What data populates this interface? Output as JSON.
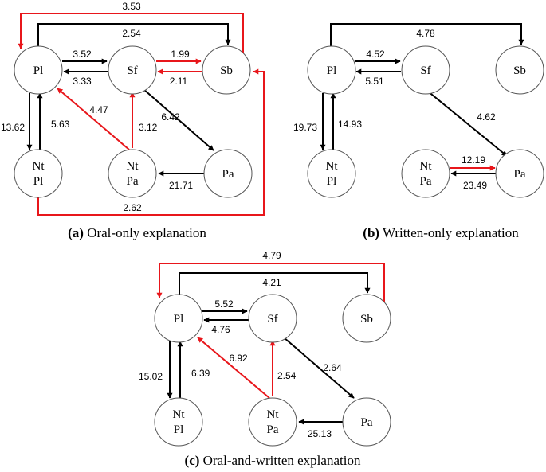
{
  "colors": {
    "black": "#000000",
    "red": "#e8161b"
  },
  "panel_a": {
    "caption_tag": "(a)",
    "caption_text": "Oral-only explanation",
    "nodes": {
      "pl": "Pl",
      "sf": "Sf",
      "sb": "Sb",
      "ntpl_1": "Nt",
      "ntpl_2": "Pl",
      "ntpa_1": "Nt",
      "ntpa_2": "Pa",
      "pa": "Pa"
    },
    "edges": {
      "sb_pl": "3.53",
      "pl_sb": "2.54",
      "pl_sf": "3.52",
      "sf_pl": "3.33",
      "sf_sb": "1.99",
      "sb_sf": "2.11",
      "pl_ntpl": "13.62",
      "ntpl_pl": "5.63",
      "ntpa_pl": "4.47",
      "ntpa_sf": "3.12",
      "sf_pa": "6.42",
      "pa_ntpa": "21.71",
      "ntpl_sb": "2.62"
    }
  },
  "panel_b": {
    "caption_tag": "(b)",
    "caption_text": "Written-only explanation",
    "nodes": {
      "pl": "Pl",
      "sf": "Sf",
      "sb": "Sb",
      "ntpl_1": "Nt",
      "ntpl_2": "Pl",
      "ntpa_1": "Nt",
      "ntpa_2": "Pa",
      "pa": "Pa"
    },
    "edges": {
      "pl_sb": "4.78",
      "pl_sf": "4.52",
      "sf_pl": "5.51",
      "pl_ntpl": "19.73",
      "ntpl_pl": "14.93",
      "sf_pa": "4.62",
      "ntpa_pa": "12.19",
      "pa_ntpa": "23.49"
    }
  },
  "panel_c": {
    "caption_tag": "(c)",
    "caption_text": "Oral-and-written explanation",
    "nodes": {
      "pl": "Pl",
      "sf": "Sf",
      "sb": "Sb",
      "ntpl_1": "Nt",
      "ntpl_2": "Pl",
      "ntpa_1": "Nt",
      "ntpa_2": "Pa",
      "pa": "Pa"
    },
    "edges": {
      "sb_pl": "4.79",
      "pl_sb": "4.21",
      "pl_sf": "5.52",
      "sf_pl": "4.76",
      "pl_ntpl": "15.02",
      "ntpl_pl": "6.39",
      "ntpa_pl": "6.92",
      "ntpa_sf": "2.54",
      "sf_pa": "2.64",
      "pa_ntpa": "25.13"
    }
  }
}
